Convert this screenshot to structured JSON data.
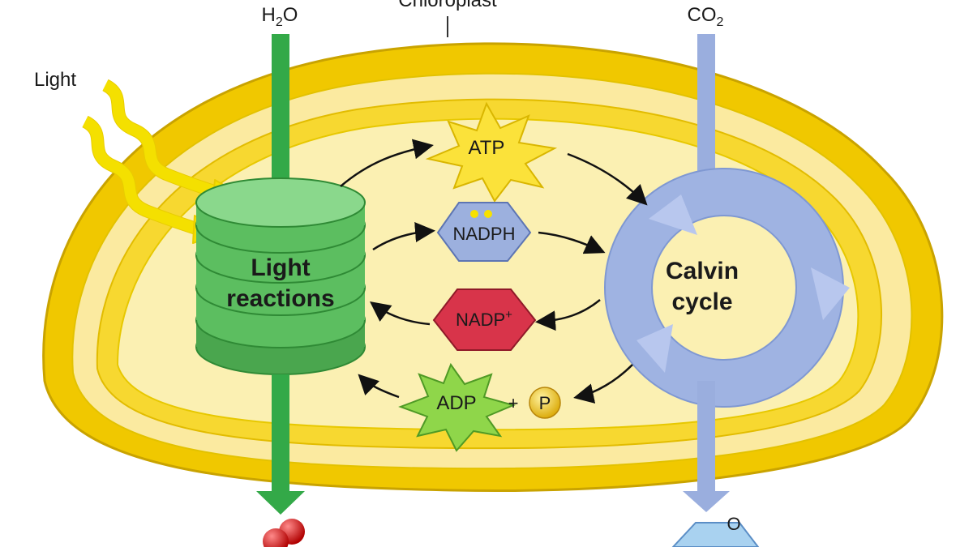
{
  "labels": {
    "chloroplast": "Chloroplast",
    "light": "Light",
    "h2o": {
      "base": "H",
      "sub": "2",
      "tail": "O"
    },
    "co2": {
      "base": "CO",
      "sub": "2"
    },
    "light_reactions": {
      "line1": "Light",
      "line2": "reactions"
    },
    "calvin_cycle": {
      "line1": "Calvin",
      "line2": "cycle"
    },
    "atp": "ATP",
    "nadph": "NADPH",
    "nadp": {
      "base": "NADP",
      "sup": "+"
    },
    "adp": "ADP",
    "plus": "+",
    "p": "P",
    "o_partial": "O"
  },
  "colors": {
    "membrane": "#f4d400",
    "stroma": "#fbf0b2",
    "thylakoid": "#55b85a",
    "water_arrow": "#33a948",
    "co2_arrow": "#9aaede",
    "calvin": "#9fb3e2",
    "atp": "#fbe23a",
    "nadph": "#9cb0de",
    "nadp": "#d8344a",
    "adp": "#8fd64a",
    "phosphate": "#e6b820",
    "oxygen": "#d11a1a"
  }
}
